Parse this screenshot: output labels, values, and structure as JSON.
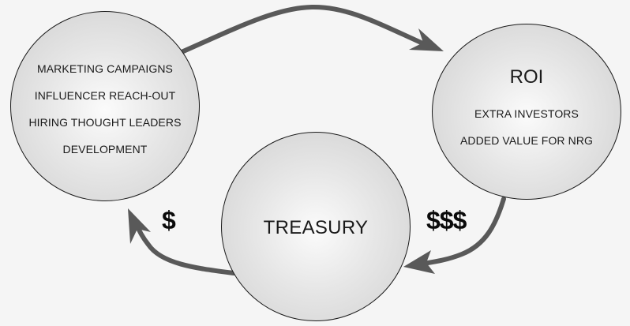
{
  "colors": {
    "background": "#f5f5f5",
    "arrow": "#595959",
    "circle_border": "#1a1a1a",
    "text": "#1a1a1a"
  },
  "circles": {
    "investment": {
      "items": [
        "MARKETING CAMPAIGNS",
        "INFLUENCER REACH-OUT",
        "HIRING THOUGHT LEADERS",
        "DEVELOPMENT"
      ]
    },
    "roi": {
      "title": "ROI",
      "items": [
        "EXTRA INVESTORS",
        "ADDED VALUE FOR NRG"
      ]
    },
    "treasury": {
      "title": "TREASURY"
    }
  },
  "labels": {
    "spend": "$",
    "return": "$$$"
  },
  "arrows": [
    {
      "from": "investment",
      "to": "roi"
    },
    {
      "from": "roi",
      "to": "treasury"
    },
    {
      "from": "treasury",
      "to": "investment"
    }
  ]
}
